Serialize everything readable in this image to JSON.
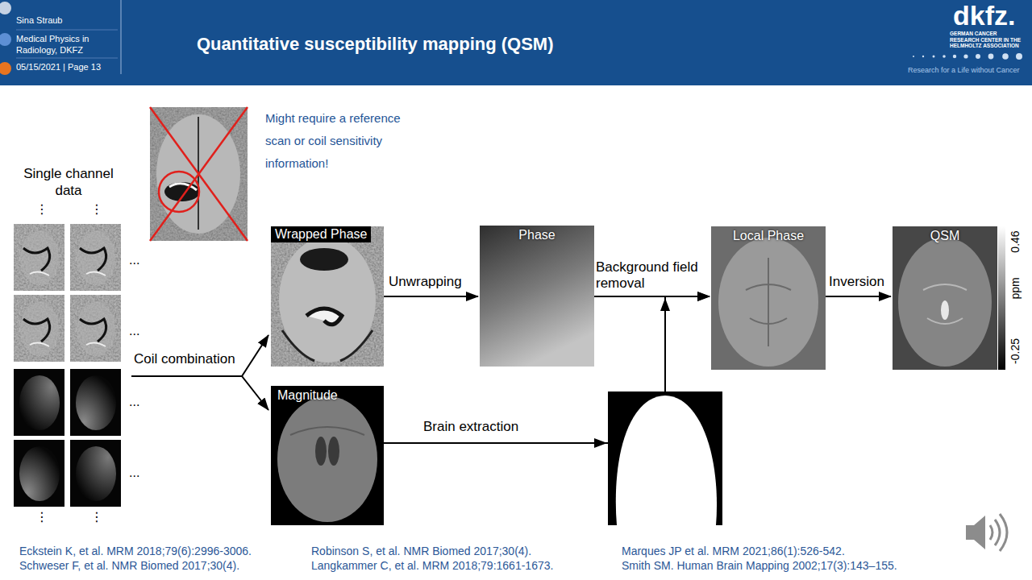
{
  "diagram": {
    "title": "Quantitative susceptibility mapping (QSM)",
    "nodes": [
      {
        "text": [
          "Single channel data"
        ]
      },
      {
        "text": [
          "Wrapped Phase"
        ]
      },
      {
        "text": [
          "Magnitude"
        ]
      },
      {
        "text": [
          "Phase"
        ]
      },
      {
        "text": [
          "Local Phase"
        ]
      },
      {
        "text": [
          "QSM"
        ]
      }
    ],
    "edges": [
      {
        "from": 0,
        "to": 1,
        "label": "Coil combination",
        "arrow": "to"
      },
      {
        "from": 0,
        "to": 2,
        "arrow": "to"
      },
      {
        "from": 1,
        "to": 3,
        "label": "Unwrapping",
        "arrow": "to"
      },
      {
        "from": 3,
        "to": 4,
        "label": "Background field removal",
        "arrow": "to"
      },
      {
        "from": 2,
        "to": 4,
        "label": "Brain extraction",
        "arrow": "to"
      },
      {
        "from": 4,
        "to": 5,
        "label": "Inversion",
        "arrow": "to"
      }
    ],
    "labels": [
      "Sina Straub",
      "Medical Physics in Radiology, DKFZ",
      "05/15/2021 |  Page 13",
      "dkfz.",
      "GERMAN CANCER RESEARCH CENTER IN THE HELMHOLTZ ASSOCIATION",
      "Research for a Life without Cancer",
      "Might require a reference scan or coil sensitivity information!",
      "⋮",
      "⋮",
      "...",
      "...",
      "...",
      "...",
      "⋮",
      "⋮",
      "0.46",
      "ppm",
      "-0.25",
      "Eckstein K, et al. MRM 2018;79(6):2996-3006.",
      "Schweser F, et al. NMR Biomed 2017;30(4).",
      "Robinson S, et al. NMR Biomed 2017;30(4).",
      "Langkammer C, et al. MRM 2018;79:1661-1673.",
      "Marques JP et al. MRM 2021;86(1):526-542.",
      "Smith SM. Human Brain Mapping 2002;17(3):143–155."
    ]
  }
}
